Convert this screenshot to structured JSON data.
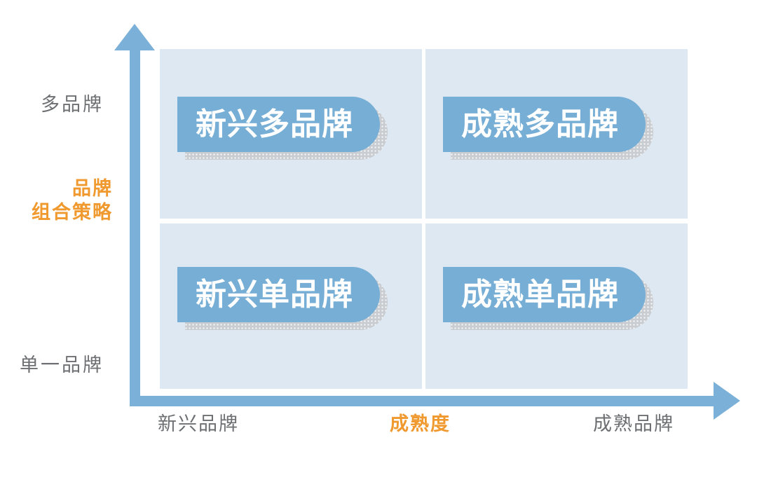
{
  "diagram": {
    "type": "2x2-matrix",
    "colors": {
      "panel_bg": "#dde8f2",
      "badge_fill": "#76aed5",
      "axis": "#7bb0d8",
      "badge_shadow": "#c9cdd1",
      "label_gray": "#6d6f72",
      "accent_orange": "#f0992e",
      "badge_text": "#ffffff",
      "background": "#ffffff"
    }
  },
  "y_axis": {
    "title_line1": "品牌",
    "title_line2": "组合策略",
    "high_label": "多品牌",
    "low_label": "单一品牌",
    "arrow": "up-arrow-icon"
  },
  "x_axis": {
    "title": "成熟度",
    "low_label": "新兴品牌",
    "high_label": "成熟品牌",
    "arrow": "right-arrow-icon"
  },
  "quadrants": [
    {
      "position": "top-left",
      "label": "新兴多品牌"
    },
    {
      "position": "top-right",
      "label": "成熟多品牌"
    },
    {
      "position": "bottom-left",
      "label": "新兴单品牌"
    },
    {
      "position": "bottom-right",
      "label": "成熟单品牌"
    }
  ]
}
